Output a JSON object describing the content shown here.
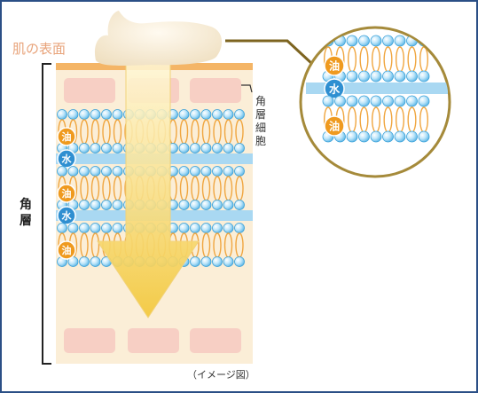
{
  "labels": {
    "skin_surface": "肌の表面",
    "corneocyte": "角層細胞",
    "stratum_corneum": "角層",
    "image_note": "（イメージ図）"
  },
  "layers": {
    "oil": "油",
    "water": "水"
  },
  "layer_order_main": [
    "oil",
    "water",
    "oil",
    "water",
    "oil"
  ],
  "layer_order_zoom": [
    "oil",
    "water",
    "oil"
  ],
  "colors": {
    "frame": "#2b4f86",
    "surface_text": "#e8a37a",
    "oil_badge": "#ef9a1f",
    "water_badge": "#2f8fd1",
    "water_band": "#a9d8f2",
    "head": "#8fd0f3",
    "tail": "#f2b04b",
    "cell": "#f7d1c7",
    "background_panel": "#fbeed7",
    "arrow": "#f6d774",
    "zoom_border": "#a58a3a"
  },
  "icons": [
    "cream-blob-icon",
    "down-arrow-icon",
    "bracket-icon"
  ]
}
